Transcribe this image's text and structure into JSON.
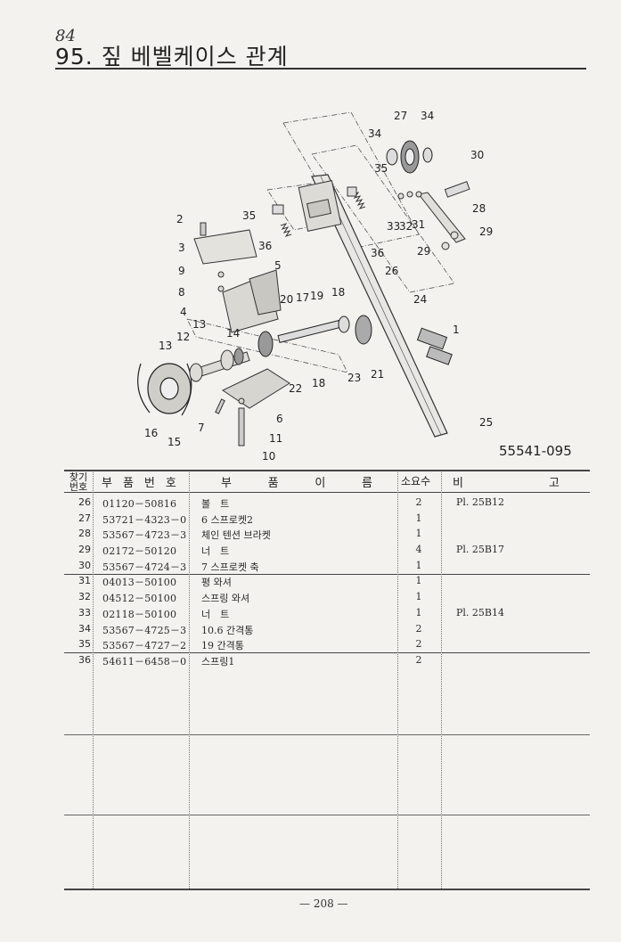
{
  "header": {
    "handwriting": "84",
    "title": "95. 짚 베벨케이스 관계"
  },
  "figure": {
    "code": "55541-095",
    "callouts": [
      "1",
      "2",
      "3",
      "4",
      "5",
      "6",
      "7",
      "8",
      "9",
      "10",
      "11",
      "12",
      "13",
      "13",
      "14",
      "15",
      "16",
      "17",
      "18",
      "18",
      "19",
      "20",
      "21",
      "22",
      "23",
      "24",
      "25",
      "26",
      "27",
      "28",
      "29",
      "29",
      "30",
      "31",
      "32",
      "33",
      "34",
      "34",
      "35",
      "35",
      "36",
      "36"
    ]
  },
  "table": {
    "headers": {
      "no": "찾기 번호",
      "part_number": "부품번호",
      "name_chars": [
        "부",
        "품",
        "이",
        "름"
      ],
      "qty": "소요수",
      "note_chars": [
        "비",
        "고"
      ]
    },
    "rows": [
      {
        "no": "26",
        "part": "01120－50816",
        "name": "볼　트",
        "qty": "2",
        "note": "Pl. 25B12"
      },
      {
        "no": "27",
        "part": "53721－4323－0",
        "name": "6 스프로켓2",
        "qty": "1",
        "note": ""
      },
      {
        "no": "28",
        "part": "53567－4723－3",
        "name": "체인 텐션 브라켓",
        "qty": "1",
        "note": ""
      },
      {
        "no": "29",
        "part": "02172－50120",
        "name": "너　트",
        "qty": "4",
        "note": "Pl. 25B17"
      },
      {
        "no": "30",
        "part": "53567－4724－3",
        "name": "7 스프로켓 축",
        "qty": "1",
        "note": ""
      },
      {
        "no": "31",
        "part": "04013－50100",
        "name": "평 와셔",
        "qty": "1",
        "note": ""
      },
      {
        "no": "32",
        "part": "04512－50100",
        "name": "스프링 와셔",
        "qty": "1",
        "note": ""
      },
      {
        "no": "33",
        "part": "02118－50100",
        "name": "너　트",
        "qty": "1",
        "note": "Pl. 25B14"
      },
      {
        "no": "34",
        "part": "53567－4725－3",
        "name": "10.6 간격통",
        "qty": "2",
        "note": ""
      },
      {
        "no": "35",
        "part": "53567－4727－2",
        "name": "19 간격통",
        "qty": "2",
        "note": ""
      },
      {
        "no": "36",
        "part": "54611－6458－0",
        "name": "스프링1",
        "qty": "2",
        "note": ""
      }
    ]
  },
  "footer": {
    "page": "— 208 —"
  }
}
